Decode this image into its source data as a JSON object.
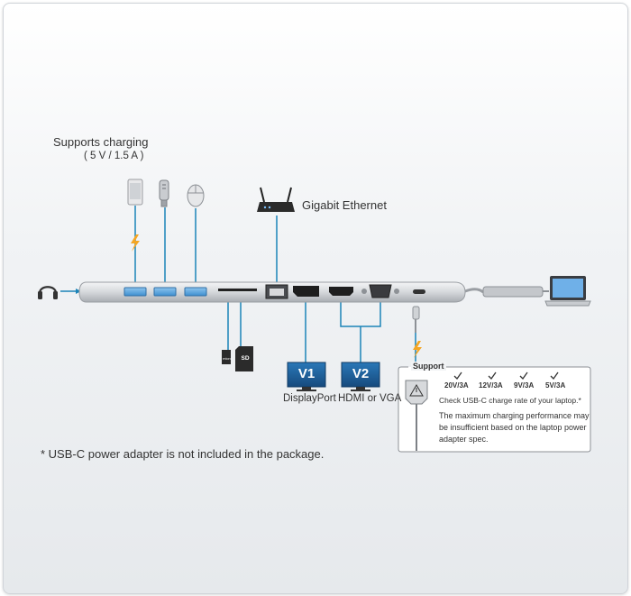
{
  "charging_label": "Supports charging",
  "charging_spec": "( 5 V / 1.5 A )",
  "ethernet_label": "Gigabit Ethernet",
  "monitor_v1": "V1",
  "monitor_v2": "V2",
  "displayport_label": "DisplayPort",
  "hdmi_vga_label": "HDMI or VGA",
  "sd_label": "SD",
  "micro_sd_label": "micro",
  "support_box": {
    "title": "Support",
    "specs": [
      "20V/3A",
      "12V/3A",
      "9V/3A",
      "5V/3A"
    ],
    "check_note": "Check USB-C charge rate of your laptop.*",
    "limitation": "The maximum charging performance may be insufficient based on the laptop power adapter spec."
  },
  "footnote": "* USB-C power adapter is not included in the package.",
  "colors": {
    "connector_line": "#1b84b8",
    "monitor_fill": "#1f5f9c",
    "lightning": "#f5a623"
  },
  "icons": [
    "headphone-icon",
    "phone-icon",
    "usb-stick-icon",
    "mouse-icon",
    "router-icon",
    "laptop-icon",
    "power-adapter-icon",
    "lightning-icon",
    "check-icon"
  ]
}
